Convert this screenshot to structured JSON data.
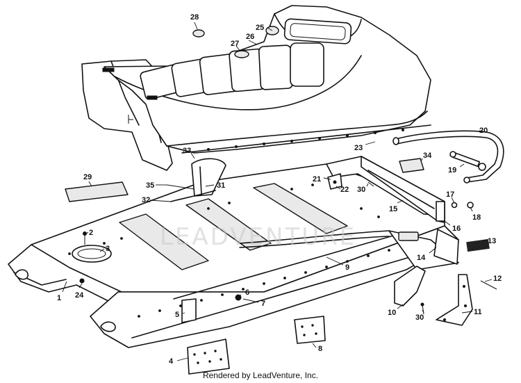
{
  "watermark": "LEADVENTURE",
  "footer": "Rendered by LeadVenture, Inc.",
  "callouts": {
    "c1": "1",
    "c2": "2",
    "c3": "3",
    "c4": "4",
    "c5": "5",
    "c6": "6",
    "c7": "7",
    "c8": "8",
    "c9": "9",
    "c10": "10",
    "c11": "11",
    "c12": "12",
    "c13": "13",
    "c14": "14",
    "c15": "15",
    "c16": "16",
    "c17": "17",
    "c18": "18",
    "c19": "19",
    "c20": "20",
    "c21": "21",
    "c22": "22",
    "c23": "23",
    "c25": "25",
    "c26": "26",
    "c27": "27",
    "c28": "28",
    "c29": "29",
    "c30a": "30",
    "c30b": "30",
    "c31": "31",
    "c32": "32",
    "c33": "33",
    "c34": "34",
    "c35": "35",
    "c24": "24"
  }
}
